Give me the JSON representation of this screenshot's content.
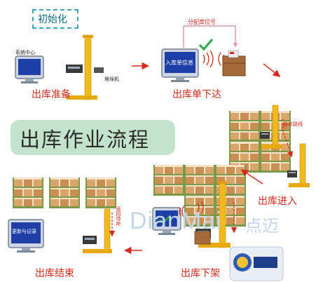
{
  "init_label": "初始化",
  "title": "出库作业流程",
  "steps": {
    "prepare": "出库准备",
    "order": "出库单下达",
    "enter": "出库进入",
    "unload": "出库下架",
    "finish": "出库结束"
  },
  "labels": {
    "system_center": "系统中心",
    "stacker": "堆垛机",
    "order_info": "入库单信息",
    "assign_location": "分配库位号",
    "best_route": "最优路线",
    "return_wait": "返回待命",
    "update_record": "更新与记录"
  },
  "watermark": {
    "latin": "DianMai",
    "cn": "点迈"
  },
  "colors": {
    "accent_red": "#d42a1d",
    "title_bg": "#c4e3cd",
    "screen_blue": "#1f3fa8",
    "crane_yellow": "#f2b81c"
  }
}
